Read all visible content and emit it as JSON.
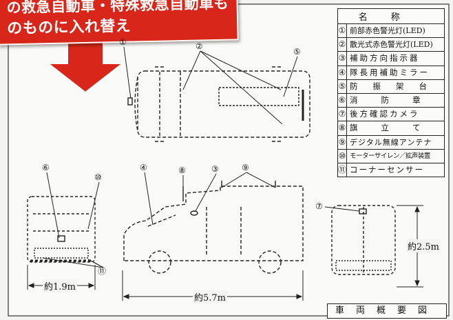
{
  "banner": {
    "line1": "の救急自動車・特殊救急自動車も",
    "line2": "のものに入れ替え",
    "color": "#d8261a"
  },
  "legend": {
    "header": "名称",
    "items": [
      {
        "num": "①",
        "name": "前部赤色警光灯(LED)"
      },
      {
        "num": "②",
        "name": "散光式赤色警光灯(LED)"
      },
      {
        "num": "③",
        "name": "補助方向指示器"
      },
      {
        "num": "④",
        "name": "隊長用補助ミラー"
      },
      {
        "num": "⑤",
        "name": "防振架台"
      },
      {
        "num": "⑥",
        "name": "消防章"
      },
      {
        "num": "⑦",
        "name": "後方確認カメラ"
      },
      {
        "num": "⑧",
        "name": "旗立て"
      },
      {
        "num": "⑨",
        "name": "デジタル無線アンテナ"
      },
      {
        "num": "⑩",
        "name": "モーターサイレン／拡声装置"
      },
      {
        "num": "⑪",
        "name": "コーナーセンサー"
      }
    ]
  },
  "footer": "車両概要図",
  "callouts": {
    "c1": "①",
    "c2": "②",
    "c3": "③",
    "c4": "④",
    "c5": "⑤",
    "c6": "⑥",
    "c7": "⑦",
    "c8": "⑧",
    "c9": "⑨",
    "c10": "⑩",
    "c11": "⑪"
  },
  "dimensions": {
    "width": "約1.9m",
    "length": "約5.7m",
    "height": "約2.5m"
  }
}
